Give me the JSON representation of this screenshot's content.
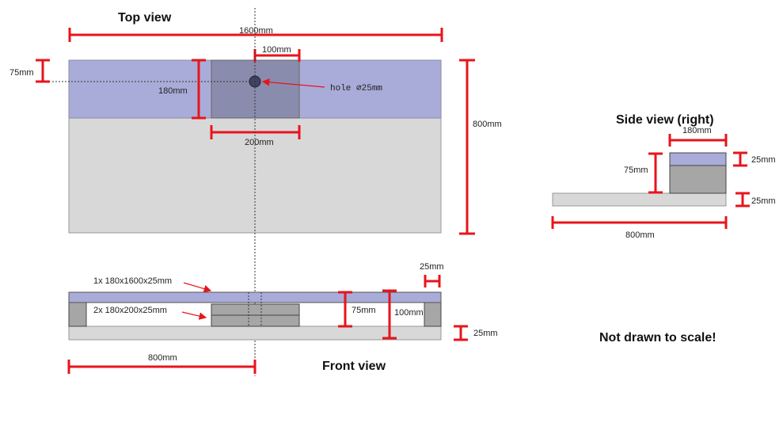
{
  "titles": {
    "top_view": "Top view",
    "front_view": "Front view",
    "side_view": "Side view (right)",
    "scale_note": "Not drawn to scale!"
  },
  "top_view": {
    "dim_width": "1600mm",
    "dim_block_width": "100mm",
    "dim_offset": "75mm",
    "dim_plank_depth": "180mm",
    "dim_depth": "800mm",
    "dim_block_length": "200mm",
    "hole_label": "hole ⌀25mm"
  },
  "front_view": {
    "plank_label": "1x 180x1600x25mm",
    "blocks_label": "2x 180x200x25mm",
    "dim_plank_thickness": "25mm",
    "dim_height_75": "75mm",
    "dim_height_100": "100mm",
    "dim_base_thickness": "25mm",
    "dim_half_width": "800mm"
  },
  "side_view": {
    "dim_plank_depth": "180mm",
    "dim_top_thickness": "25mm",
    "dim_height": "75mm",
    "dim_base_thickness": "25mm",
    "dim_depth": "800mm"
  },
  "colors": {
    "plank_fill": "#a9acd8",
    "block_fill": "#8a8cae",
    "base_fill": "#d8d8d8",
    "gray_block": "#a6a6a6",
    "dimension_red": "#e8141b"
  }
}
